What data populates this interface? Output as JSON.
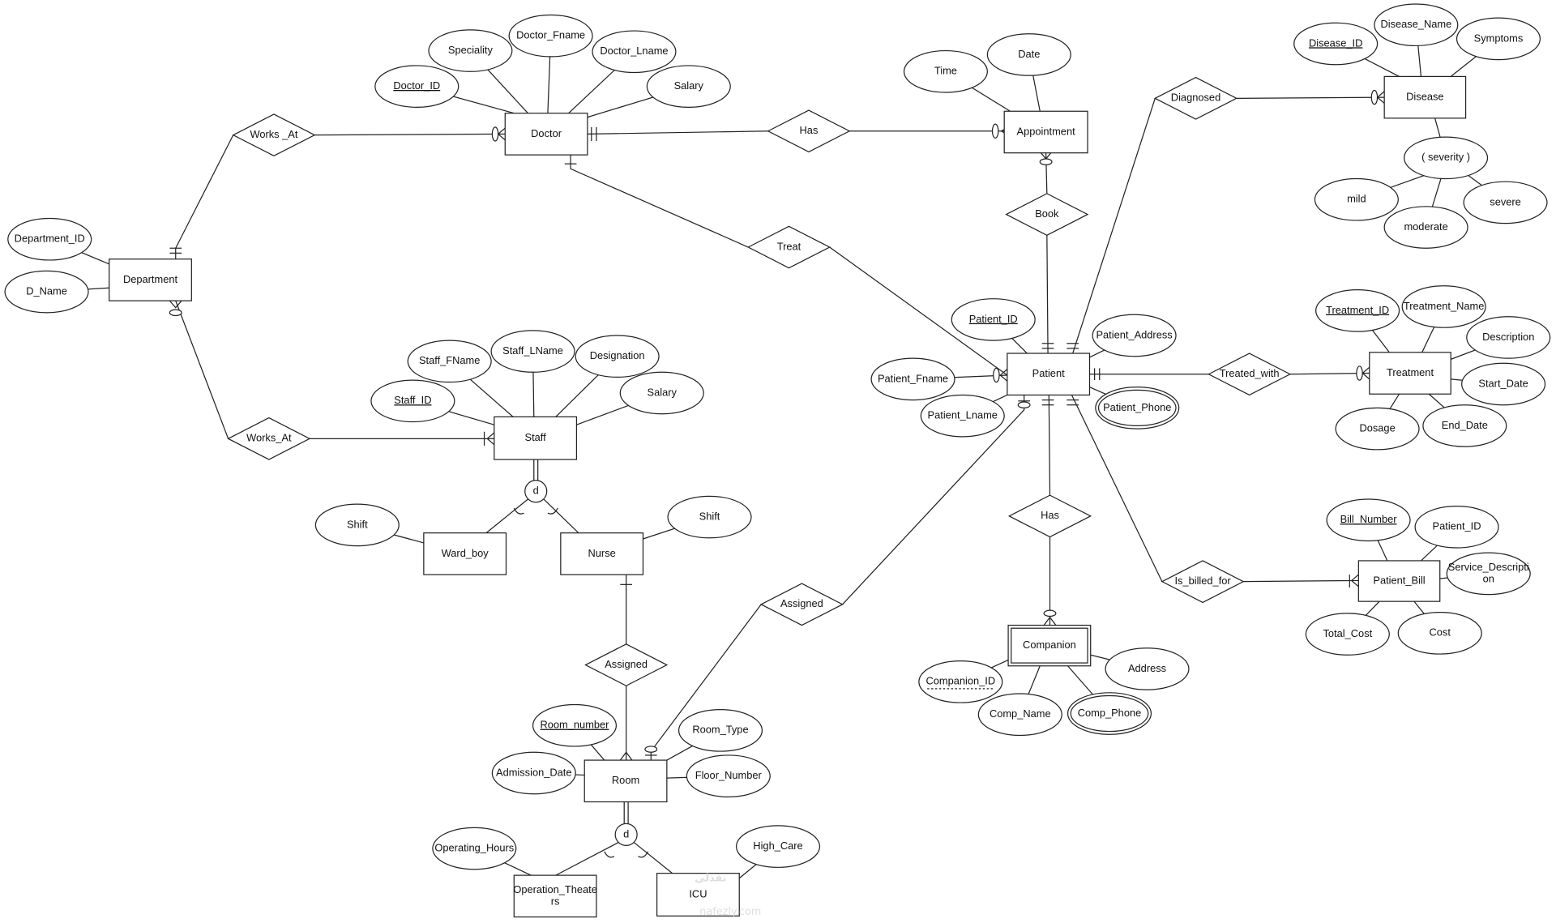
{
  "entities": {
    "doctor": "Doctor",
    "department": "Department",
    "staff": "Staff",
    "ward_boy": "Ward_boy",
    "nurse": "Nurse",
    "room": "Room",
    "operation_theaters_1": "Operation_Theate",
    "operation_theaters_2": "rs",
    "icu": "ICU",
    "patient": "Patient",
    "appointment": "Appointment",
    "disease": "Disease",
    "treatment": "Treatment",
    "patient_bill": "Patient_Bill",
    "companion": "Companion"
  },
  "relationships": {
    "works_at_doctor": "Works _At",
    "works_at_staff": "Works_At",
    "has_appointment": "Has",
    "treat": "Treat",
    "book": "Book",
    "diagnosed": "Diagnosed",
    "treated_with": "Treated_with",
    "has_companion": "Has",
    "is_billed_for": "Is_billed_for",
    "assigned_nurse": "Assigned",
    "assigned_patient": "Assigned"
  },
  "specialization": {
    "staff": "d",
    "room": "d"
  },
  "attributes": {
    "doctor_id": "Doctor_ID",
    "speciality": "Speciality",
    "doctor_fname": "Doctor_Fname",
    "doctor_lname": "Doctor_Lname",
    "doctor_salary": "Salary",
    "department_id": "Department_ID",
    "d_name": "D_Name",
    "staff_id": "Staff_ID",
    "staff_fname": "Staff_FName",
    "staff_lname": "Staff_LName",
    "designation": "Designation",
    "staff_salary": "Salary",
    "wardboy_shift": "Shift",
    "nurse_shift": "Shift",
    "room_number": "Room_number",
    "admission_date": "Admission_Date",
    "room_type": "Room_Type",
    "floor_number": "Floor_Number",
    "operating_hours": "Operating_Hours",
    "high_care": "High_Care",
    "time": "Time",
    "date": "Date",
    "disease_id": "Disease_ID",
    "disease_name": "Disease_Name",
    "symptoms": "Symptoms",
    "severity": "( severity )",
    "mild": "mild",
    "moderate": "moderate",
    "severe": "severe",
    "patient_id": "Patient_ID",
    "patient_address": "Patient_Address",
    "patient_fname": "Patient_Fname",
    "patient_lname": "Patient_Lname",
    "patient_phone": "Patient_Phone",
    "treatment_id": "Treatment_ID",
    "treatment_name": "Treatment_Name",
    "description": "Description",
    "start_date": "Start_Date",
    "dosage": "Dosage",
    "end_date": "End_Date",
    "bill_number": "Bill_Number",
    "bill_patient_id": "Patient_ID",
    "service_description_1": "Service_Descripti",
    "service_description_2": "on",
    "total_cost": "Total_Cost",
    "cost": "Cost",
    "companion_id": "Companion_ID",
    "comp_name": "Comp_Name",
    "comp_phone": "Comp_Phone",
    "companion_address": "Address"
  },
  "watermark": {
    "arabic": "نفذلي",
    "latin": "nafezly.com"
  }
}
